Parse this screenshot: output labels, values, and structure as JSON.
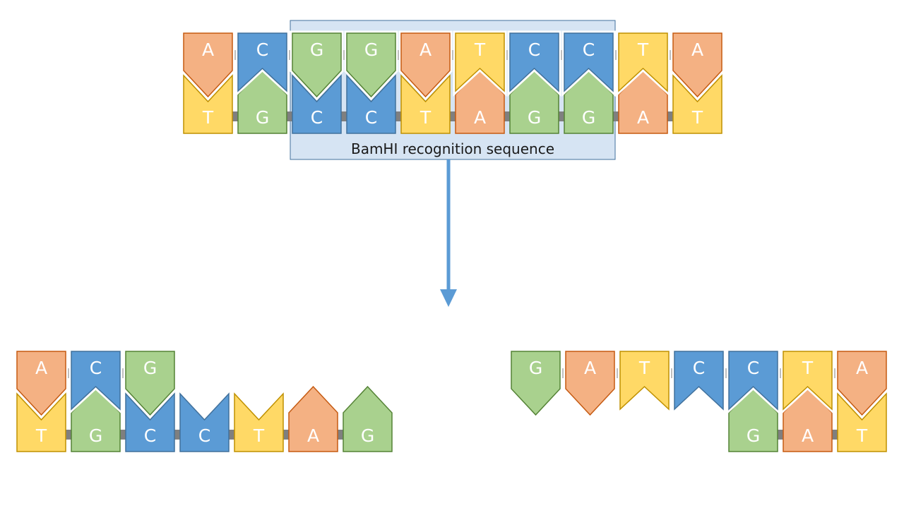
{
  "colors": {
    "A": {
      "fill": "#f4b183",
      "stroke": "#c55a11"
    },
    "T": {
      "fill": "#ffd966",
      "stroke": "#bf9000"
    },
    "C": {
      "fill": "#5b9bd5",
      "stroke": "#41719c"
    },
    "G": {
      "fill": "#a9d18e",
      "stroke": "#548235"
    },
    "backbone": "#7f7f7f",
    "highlight_fill": "#d6e4f3",
    "highlight_stroke": "#41719c",
    "arrow": "#5b9bd5"
  },
  "original": {
    "top_strand": [
      "A",
      "C",
      "G",
      "G",
      "A",
      "T",
      "C",
      "C",
      "T",
      "A"
    ],
    "bottom_strand": [
      "T",
      "G",
      "C",
      "C",
      "T",
      "A",
      "G",
      "G",
      "A",
      "T"
    ],
    "highlight": {
      "label": "BamHI recognition sequence",
      "from_index": 2,
      "to_index": 7
    }
  },
  "fragment_left": {
    "top_strand": [
      "A",
      "C",
      "G"
    ],
    "bottom_strand": [
      "T",
      "G",
      "C",
      "C",
      "T",
      "A",
      "G"
    ]
  },
  "fragment_right": {
    "top_strand": [
      "G",
      "A",
      "T",
      "C",
      "C",
      "T",
      "A"
    ],
    "bottom_strand": [
      null,
      null,
      null,
      null,
      "G",
      "A",
      "T"
    ]
  }
}
